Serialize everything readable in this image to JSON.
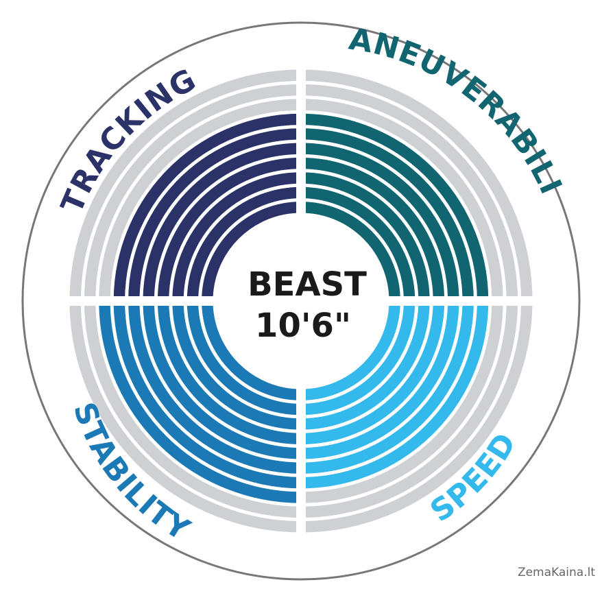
{
  "chart_data": {
    "type": "radial-rating",
    "max_rings": 10,
    "center": {
      "title": "BEAST",
      "subtitle": "10'6\""
    },
    "categories": [
      {
        "name": "TRACKING",
        "value": 7,
        "color": "#2b3268"
      },
      {
        "name": "MANEUVERABILITY",
        "value": 7,
        "color": "#116570"
      },
      {
        "name": "STABILITY",
        "value": 8,
        "color": "#1b7ab6"
      },
      {
        "name": "SPEED",
        "value": 7,
        "color": "#33b9ec"
      }
    ],
    "colors": {
      "empty_ring": "#cfd0d3",
      "outer_circle": "#777777"
    }
  },
  "watermark": "ZemaKaina.lt"
}
